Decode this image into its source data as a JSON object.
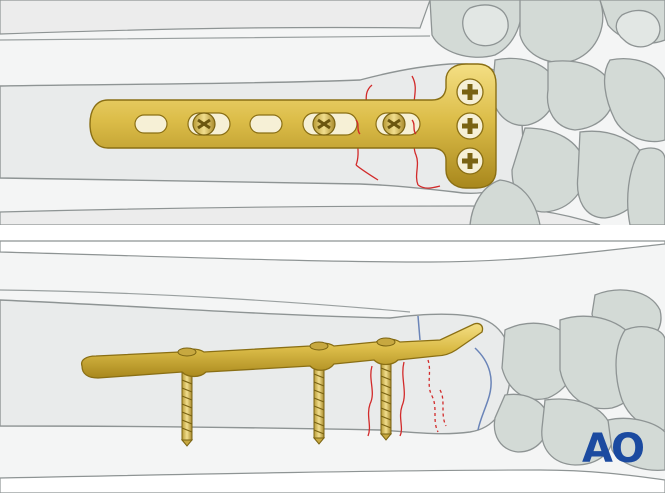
{
  "figure": {
    "top_view": "distal-radius-t-plate-ap-view",
    "bottom_view": "distal-radius-t-plate-lateral-view"
  },
  "logo": {
    "text": "AO"
  },
  "colors": {
    "bone_fill": "#e9ebeb",
    "bone_outline": "#8e9494",
    "carpal_fill": "#d3dad6",
    "plate_gold": "#d7b741",
    "plate_dark": "#a38519",
    "fracture_red": "#d22a2a",
    "logo_blue": "#1b4aa0"
  }
}
